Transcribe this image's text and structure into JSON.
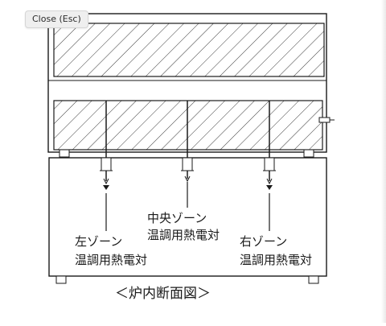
{
  "viewer": {
    "close_label": "Close (Esc)"
  },
  "diagram": {
    "labels": {
      "left_zone_name": "左ゾーン",
      "left_zone_sensor": "温調用熱電対",
      "center_zone_name": "中央ゾーン",
      "center_zone_sensor": "温調用熱電対",
      "right_zone_name": "右ゾーン",
      "right_zone_sensor": "温調用熱電対",
      "caption": "＜炉内断面図＞"
    },
    "colors": {
      "line": "#1a1a1a",
      "background": "#ffffff"
    }
  }
}
